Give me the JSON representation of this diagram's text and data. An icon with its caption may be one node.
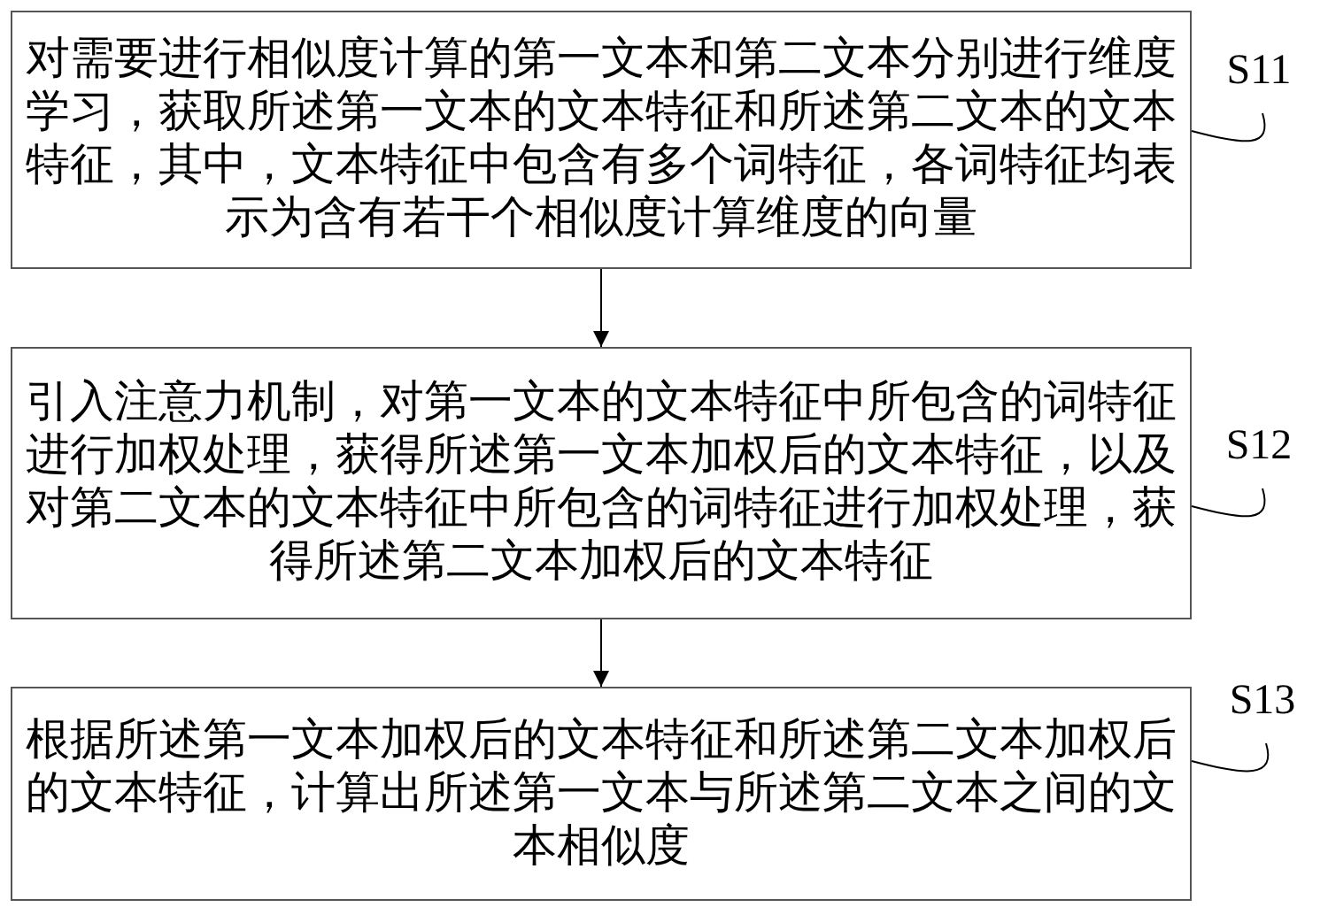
{
  "diagram": {
    "nodes": [
      {
        "text": [
          "对需要进行相似度计算的第一文本和第二文本分别进行维度学习，获取所述第一文本的文本特征和所述第二文本的文本特征，其中，文本特征中包含有多个词特征，各词特征均表示为含有若干个相似度计算维度的向量"
        ]
      },
      {
        "text": [
          "引入注意力机制，对第一文本的文本特征中所包含的词特征进行加权处理，获得所述第一文本加权后的文本特征，以及对第二文本的文本特征中所包含的词特征进行加权处理，获得所述第二文本加权后的文本特征"
        ]
      },
      {
        "text": [
          "根据所述第一文本加权后的文本特征和所述第二文本加权后的文本特征，计算出所述第一文本与所述第二文本之间的文本相似度"
        ]
      },
      {
        "text": [
          "S11"
        ]
      },
      {
        "text": [
          "S12"
        ]
      },
      {
        "text": [
          "S13"
        ]
      }
    ],
    "edges": [
      {
        "from": 0,
        "to": 1,
        "arrow": "to"
      },
      {
        "from": 1,
        "to": 2,
        "arrow": "to"
      },
      {
        "from": 3,
        "to": 0,
        "arrow": "none"
      },
      {
        "from": 4,
        "to": 1,
        "arrow": "none"
      },
      {
        "from": 5,
        "to": 2,
        "arrow": "none"
      }
    ]
  }
}
